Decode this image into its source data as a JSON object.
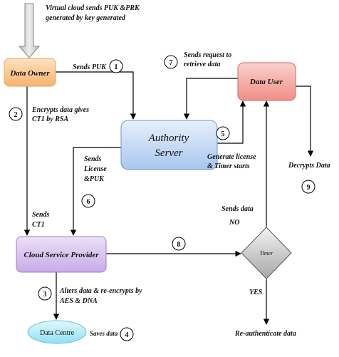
{
  "nodes": {
    "data_owner": "Data Owner",
    "authority_server_line1": "Authority",
    "authority_server_line2": "Server",
    "data_user": "Data User",
    "cloud_service_provider": "Cloud Service Provider",
    "data_centre": "Data Centre",
    "timer": "Timer"
  },
  "labels": {
    "virtual_cloud_line1": "Virtual cloud sends PUK &PRK",
    "virtual_cloud_line2": "generated by key generated",
    "sends_puk": "Sends PUK",
    "encrypts_line1": "Encrypts data gives",
    "encrypts_line2": "CT1 by RSA",
    "sends_request_line1": "Sends request to",
    "sends_request_line2": "retrieve data",
    "sends_license_line1": "Sends",
    "sends_license_line2": "License",
    "sends_license_line3": "&PUK",
    "generate_license_line1": "Generate license",
    "generate_license_line2": "& Timer starts",
    "decrypts_data": "Decrypts Data",
    "sends_ct1_line1": "Sends",
    "sends_ct1_line2": "CT1",
    "sends_data": "Sends data",
    "no": "NO",
    "yes": "YES",
    "alters_line1": "Alters data & re-encrypts by",
    "alters_line2": "AES & DNA",
    "saves_data": "Saves data",
    "reauth": "Re-authenticate data"
  },
  "steps": [
    "1",
    "2",
    "3",
    "4",
    "5",
    "6",
    "7",
    "8",
    "9"
  ]
}
